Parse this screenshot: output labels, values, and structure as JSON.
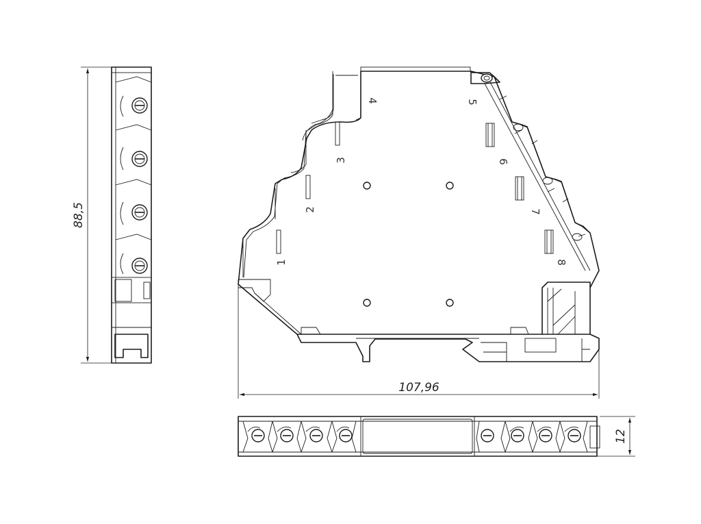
{
  "dimensions": {
    "height": "88,5",
    "width": "107,96",
    "depth": "12"
  },
  "terminal_numbers": [
    "1",
    "2",
    "3",
    "4",
    "5",
    "6",
    "7",
    "8"
  ]
}
